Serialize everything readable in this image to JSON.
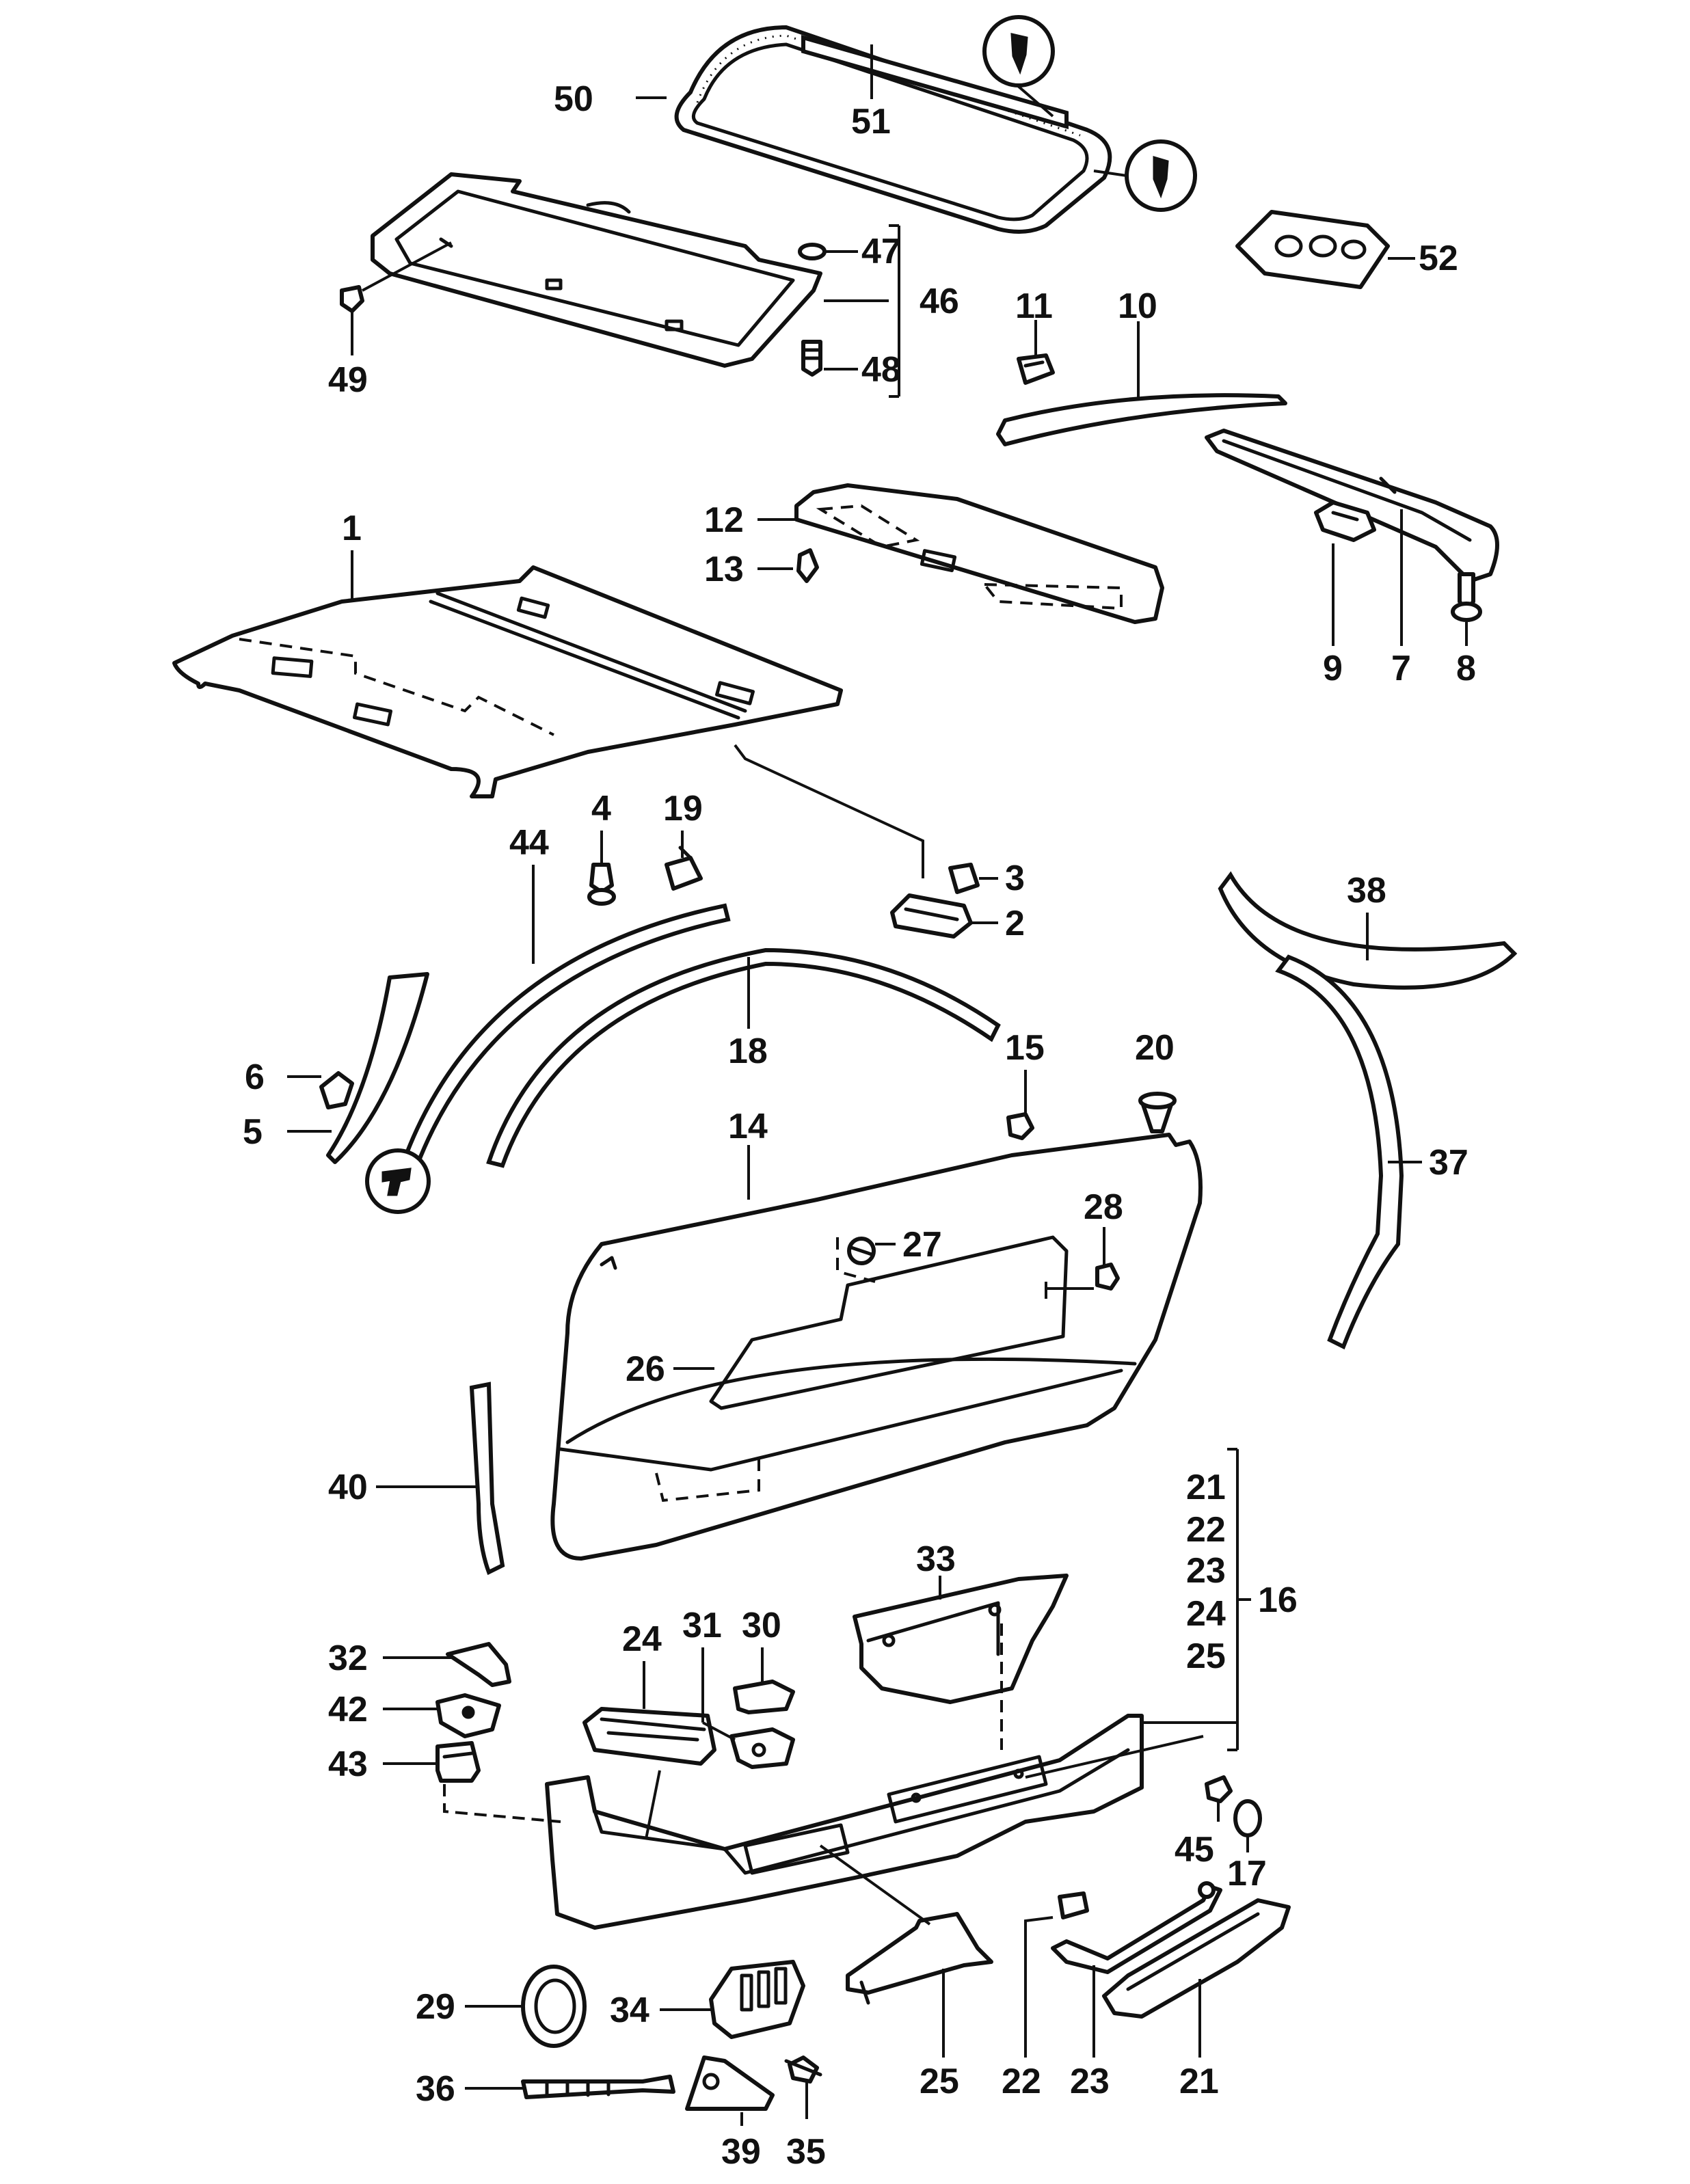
{
  "diagram": {
    "callouts": [
      {
        "id": "c1",
        "text": "1"
      },
      {
        "id": "c2",
        "text": "2"
      },
      {
        "id": "c3",
        "text": "3"
      },
      {
        "id": "c4",
        "text": "4"
      },
      {
        "id": "c5",
        "text": "5"
      },
      {
        "id": "c6",
        "text": "6"
      },
      {
        "id": "c7",
        "text": "7"
      },
      {
        "id": "c8",
        "text": "8"
      },
      {
        "id": "c9",
        "text": "9"
      },
      {
        "id": "c10",
        "text": "10"
      },
      {
        "id": "c11",
        "text": "11"
      },
      {
        "id": "c12",
        "text": "12"
      },
      {
        "id": "c13",
        "text": "13"
      },
      {
        "id": "c14",
        "text": "14"
      },
      {
        "id": "c15",
        "text": "15"
      },
      {
        "id": "c16",
        "text": "16"
      },
      {
        "id": "c17",
        "text": "17"
      },
      {
        "id": "c18",
        "text": "18"
      },
      {
        "id": "c19",
        "text": "19"
      },
      {
        "id": "c20",
        "text": "20"
      },
      {
        "id": "c21a",
        "text": "21"
      },
      {
        "id": "c22a",
        "text": "22"
      },
      {
        "id": "c23a",
        "text": "23"
      },
      {
        "id": "c24a",
        "text": "24"
      },
      {
        "id": "c25a",
        "text": "25"
      },
      {
        "id": "c21b",
        "text": "21"
      },
      {
        "id": "c22b",
        "text": "22"
      },
      {
        "id": "c23b",
        "text": "23"
      },
      {
        "id": "c24b",
        "text": "24"
      },
      {
        "id": "c25b",
        "text": "25"
      },
      {
        "id": "c26",
        "text": "26"
      },
      {
        "id": "c27",
        "text": "27"
      },
      {
        "id": "c28",
        "text": "28"
      },
      {
        "id": "c29",
        "text": "29"
      },
      {
        "id": "c30",
        "text": "30"
      },
      {
        "id": "c31",
        "text": "31"
      },
      {
        "id": "c32",
        "text": "32"
      },
      {
        "id": "c33",
        "text": "33"
      },
      {
        "id": "c34",
        "text": "34"
      },
      {
        "id": "c35",
        "text": "35"
      },
      {
        "id": "c36",
        "text": "36"
      },
      {
        "id": "c37",
        "text": "37"
      },
      {
        "id": "c38",
        "text": "38"
      },
      {
        "id": "c39",
        "text": "39"
      },
      {
        "id": "c40",
        "text": "40"
      },
      {
        "id": "c42",
        "text": "42"
      },
      {
        "id": "c43",
        "text": "43"
      },
      {
        "id": "c44",
        "text": "44"
      },
      {
        "id": "c45",
        "text": "45"
      },
      {
        "id": "c46",
        "text": "46"
      },
      {
        "id": "c47",
        "text": "47"
      },
      {
        "id": "c48",
        "text": "48"
      },
      {
        "id": "c49",
        "text": "49"
      },
      {
        "id": "c50",
        "text": "50"
      },
      {
        "id": "c51",
        "text": "51"
      },
      {
        "id": "c52",
        "text": "52"
      }
    ],
    "colors": {
      "line": "#111111",
      "background": "#ffffff"
    }
  }
}
